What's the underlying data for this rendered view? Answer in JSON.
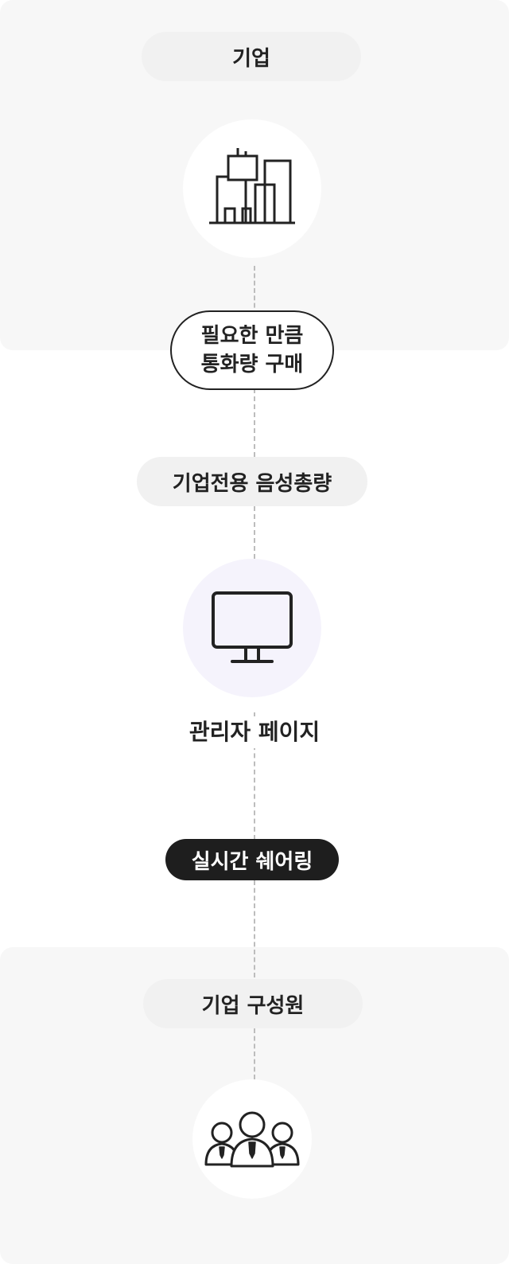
{
  "company_panel": {
    "title": "기업",
    "icon": "buildings-icon"
  },
  "purchase_node": {
    "line1": "필요한 만큼",
    "line2": "통화량 구매"
  },
  "voice_pool": {
    "label": "기업전용 음성총량"
  },
  "admin_node": {
    "icon": "monitor-icon",
    "label": "관리자 페이지"
  },
  "sharing_node": {
    "label": "실시간 쉐어링"
  },
  "members_panel": {
    "title": "기업 구성원",
    "icon": "people-group-icon"
  },
  "colors": {
    "panel_bg": "#f7f7f7",
    "pill_bg": "#f1f1f1",
    "dark_pill_bg": "#1e1e1e",
    "monitor_circle_bg": "#f5f3fc",
    "connector": "#bdbdbd",
    "text": "#222222"
  }
}
